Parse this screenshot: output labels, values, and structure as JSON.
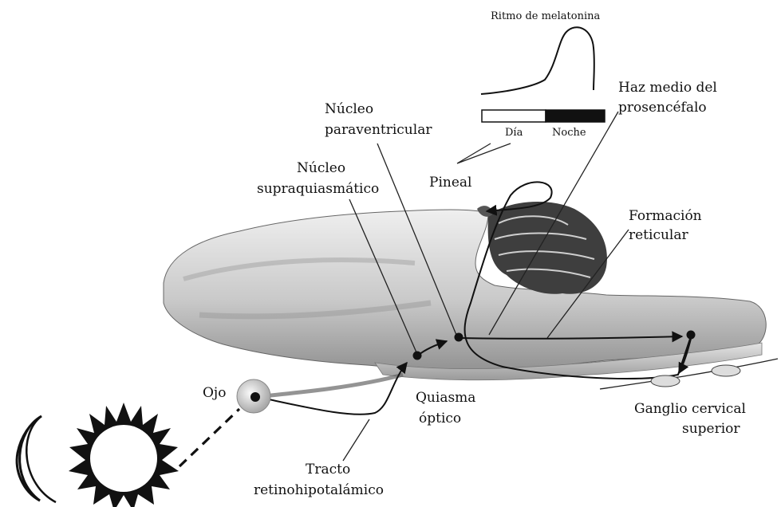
{
  "labels": {
    "melatonin_rhythm": "Ritmo de melatonina",
    "day": "Día",
    "night": "Noche",
    "haz_1": "Haz medio del",
    "haz_2": "prosencéfalo",
    "paraventricular_1": "Núcleo",
    "paraventricular_2": "paraventricular",
    "suprachiasmatic_1": "Núcleo",
    "suprachiasmatic_2": "supraquiasmático",
    "pineal": "Pineal",
    "reticular_1": "Formación",
    "reticular_2": "reticular",
    "eye": "Ojo",
    "chiasm_1": "Quiasma",
    "chiasm_2": "óptico",
    "ganglion_1": "Ganglio cervical",
    "ganglion_2": "superior",
    "tract_1": "Tracto",
    "tract_2": "retinohipotalámico"
  },
  "icons": {
    "moon": "crescent-moon",
    "sun": "spiky-sun"
  }
}
